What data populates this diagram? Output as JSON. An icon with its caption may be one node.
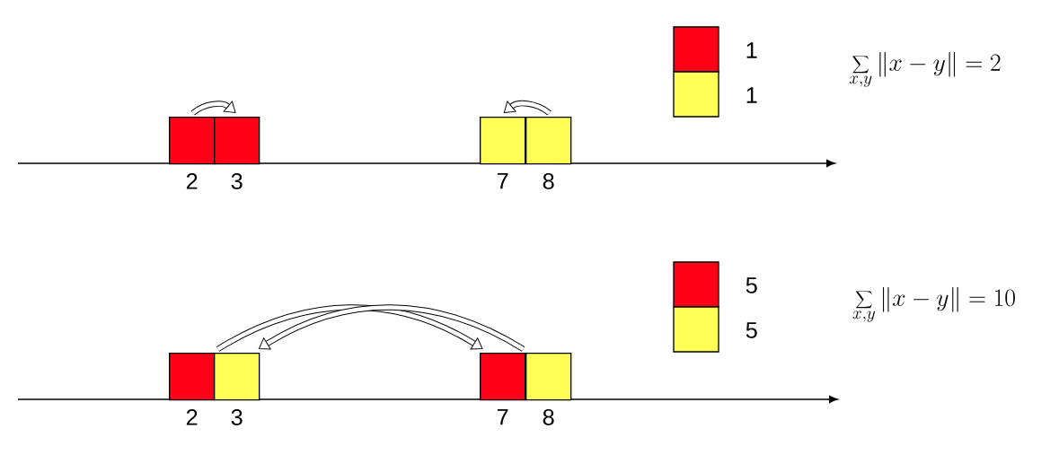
{
  "diagram": {
    "nodes": [
      {
        "text": [],
        "shape": "box",
        "beside": [
          "2"
        ]
      },
      {
        "text": [],
        "shape": "box",
        "beside": [
          "3"
        ]
      },
      {
        "text": [],
        "shape": "box",
        "beside": [
          "7"
        ]
      },
      {
        "text": [],
        "shape": "box",
        "beside": [
          "8"
        ]
      },
      {
        "text": [],
        "shape": "box",
        "beside": [
          "2"
        ]
      },
      {
        "text": [],
        "shape": "box",
        "beside": [
          "3"
        ]
      },
      {
        "text": [],
        "shape": "box",
        "beside": [
          "7"
        ]
      },
      {
        "text": [],
        "shape": "box",
        "beside": [
          "8"
        ]
      }
    ],
    "edges": [
      {
        "from": 0,
        "to": 1,
        "arrow": "to"
      },
      {
        "from": 3,
        "to": 2,
        "arrow": "to"
      },
      {
        "from": 5,
        "to": 6,
        "arrow": "to"
      },
      {
        "from": 6,
        "to": 5,
        "arrow": "to"
      }
    ],
    "labels": [
      "\\sum_{x,y}\\|x-y\\|=2",
      "\\sum_{x,y}\\|x-y\\|=10"
    ],
    "legend": [
      {
        "text": "1",
        "color": "#ff0018"
      },
      {
        "text": "1",
        "color": "#ffff55"
      },
      {
        "text": "5",
        "color": "#ff0018"
      },
      {
        "text": "5",
        "color": "#ffff55"
      }
    ]
  }
}
